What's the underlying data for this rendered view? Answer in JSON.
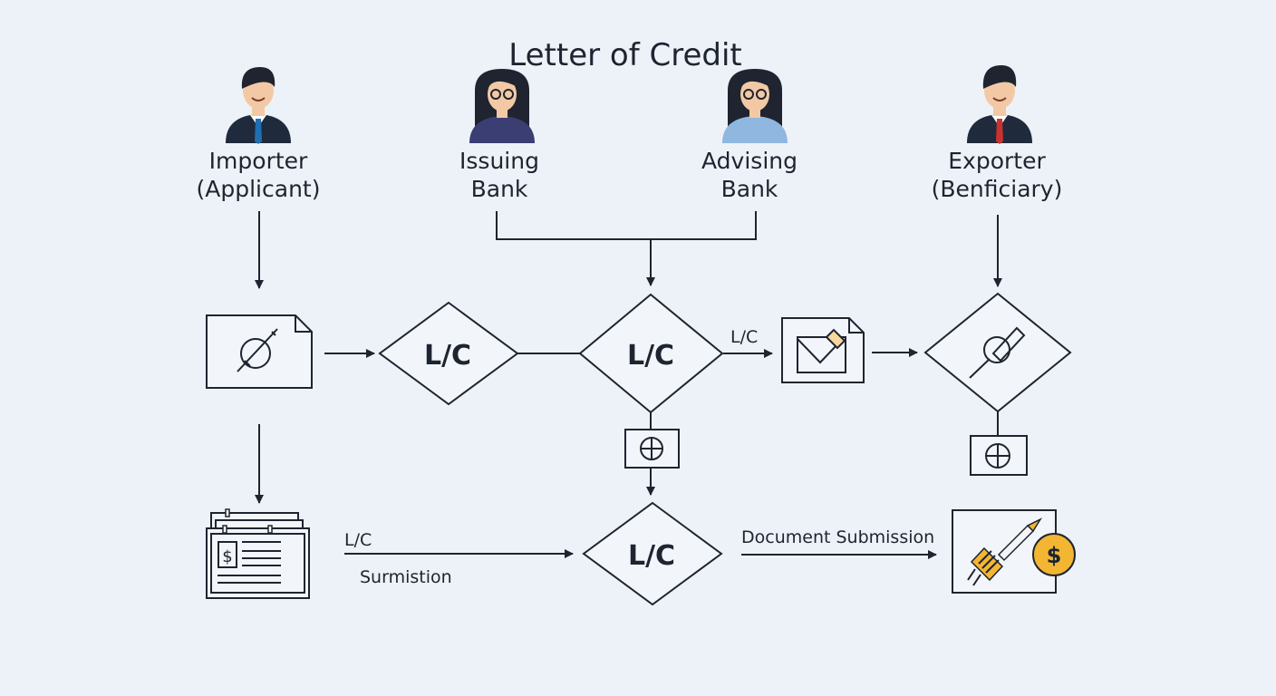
{
  "title": "Letter of Credit",
  "actors": [
    {
      "line1": "Importer",
      "line2": "(Applicant)",
      "tie": "#1f6fb2"
    },
    {
      "line1": "Issuing",
      "line2": "Bank"
    },
    {
      "line1": "Advising",
      "line2": "Bank"
    },
    {
      "line1": "Exporter",
      "line2": "(Benficiary)",
      "tie": "#c8322f"
    }
  ],
  "nodes": {
    "diamond1": "L/C",
    "diamond2": "L/C",
    "diamond4": "L/C"
  },
  "edges": {
    "advising_to_exporter": "L/C",
    "submission_top": "L/C",
    "submission_bottom": "Surmistion",
    "document_submission": "Document Submission"
  },
  "icons": [
    "pen-document-icon",
    "envelope-icon",
    "signature-pen-icon",
    "seal-icon",
    "ledger-dollar-icon",
    "payment-pen-coin-icon"
  ],
  "colors": {
    "accent": "#f2b632",
    "line": "#1e2430",
    "background": "#edf2f8"
  }
}
